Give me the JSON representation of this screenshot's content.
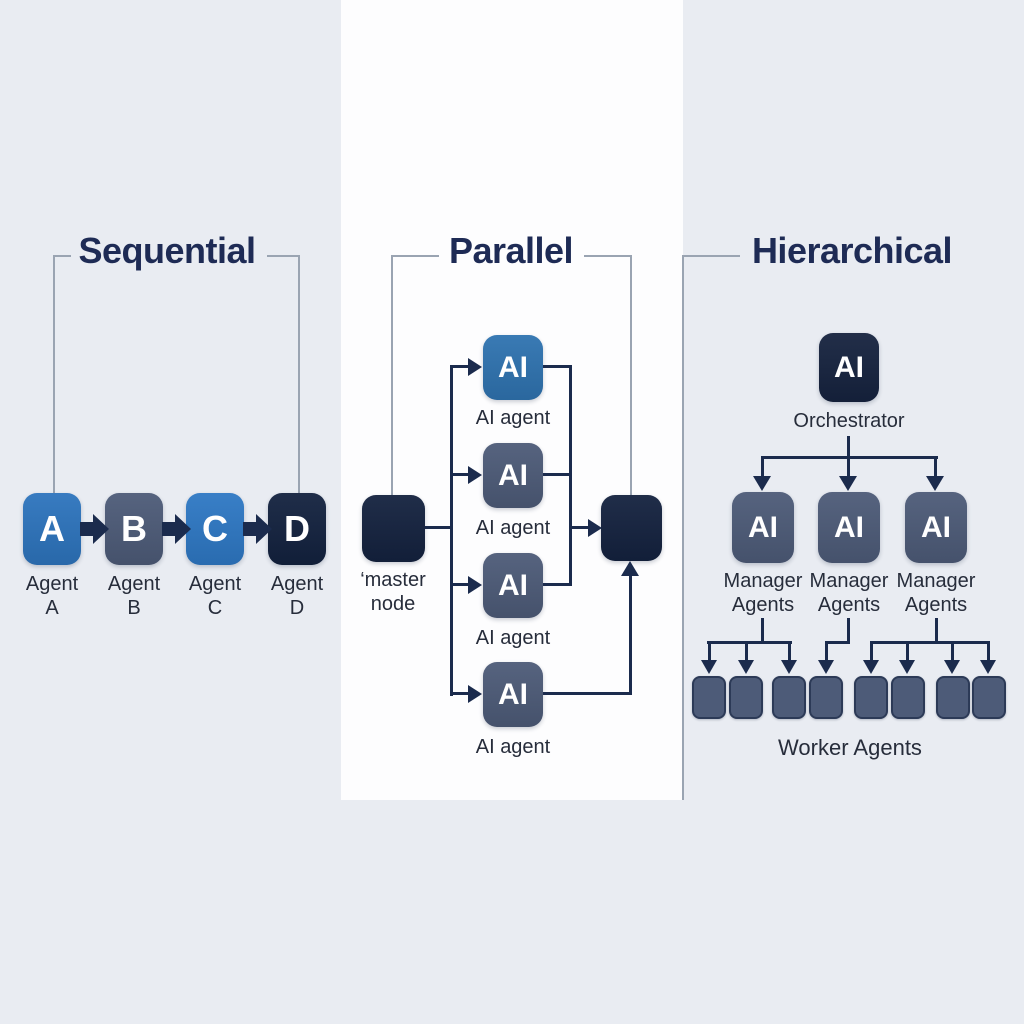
{
  "palette": {
    "background": "#e9ecf2",
    "panel_white": "#fdfdfe",
    "navy": "#14223f",
    "slate": "#4d5b78",
    "blue": "#2d74bd",
    "connector_line": "#1b2b4d",
    "bracket_line": "#9aa4b2",
    "title_text": "#1e2b55",
    "label_text": "#272d3b"
  },
  "sections": {
    "sequential": {
      "title": "Sequential",
      "nodes": [
        {
          "letter": "A",
          "label": "Agent\nA",
          "color": "#2d74bd"
        },
        {
          "letter": "B",
          "label": "Agent\nB",
          "color": "#4d5b78"
        },
        {
          "letter": "C",
          "label": "Agent\nC",
          "color": "#2e78c4"
        },
        {
          "letter": "D",
          "label": "Agent\nD",
          "color": "#13223f"
        }
      ]
    },
    "parallel": {
      "title": "Parallel",
      "master": {
        "label": "‘master\nnode",
        "color": "#14223f"
      },
      "agents": [
        {
          "letter": "AI",
          "label": "AI agent",
          "color": "#2f73b0"
        },
        {
          "letter": "AI",
          "label": "AI agent",
          "color": "#4d5b78"
        },
        {
          "letter": "AI",
          "label": "AI agent",
          "color": "#4d5b78"
        },
        {
          "letter": "AI",
          "label": "AI agent",
          "color": "#4d5b78"
        }
      ],
      "aggregator": {
        "color": "#14223f"
      }
    },
    "hierarchical": {
      "title": "Hierarchical",
      "orchestrator": {
        "letter": "AI",
        "label": "Orchestrator",
        "color": "#16233f"
      },
      "managers": [
        {
          "letter": "AI",
          "label": "Manager\nAgents",
          "color": "#4d5b78"
        },
        {
          "letter": "AI",
          "label": "Manager\nAgents",
          "color": "#4d5b78"
        },
        {
          "letter": "AI",
          "label": "Manager\nAgents",
          "color": "#4d5b78"
        }
      ],
      "worker_color": "#4d5b78",
      "workers_label": "Worker Agents",
      "worker_count": 8
    }
  }
}
